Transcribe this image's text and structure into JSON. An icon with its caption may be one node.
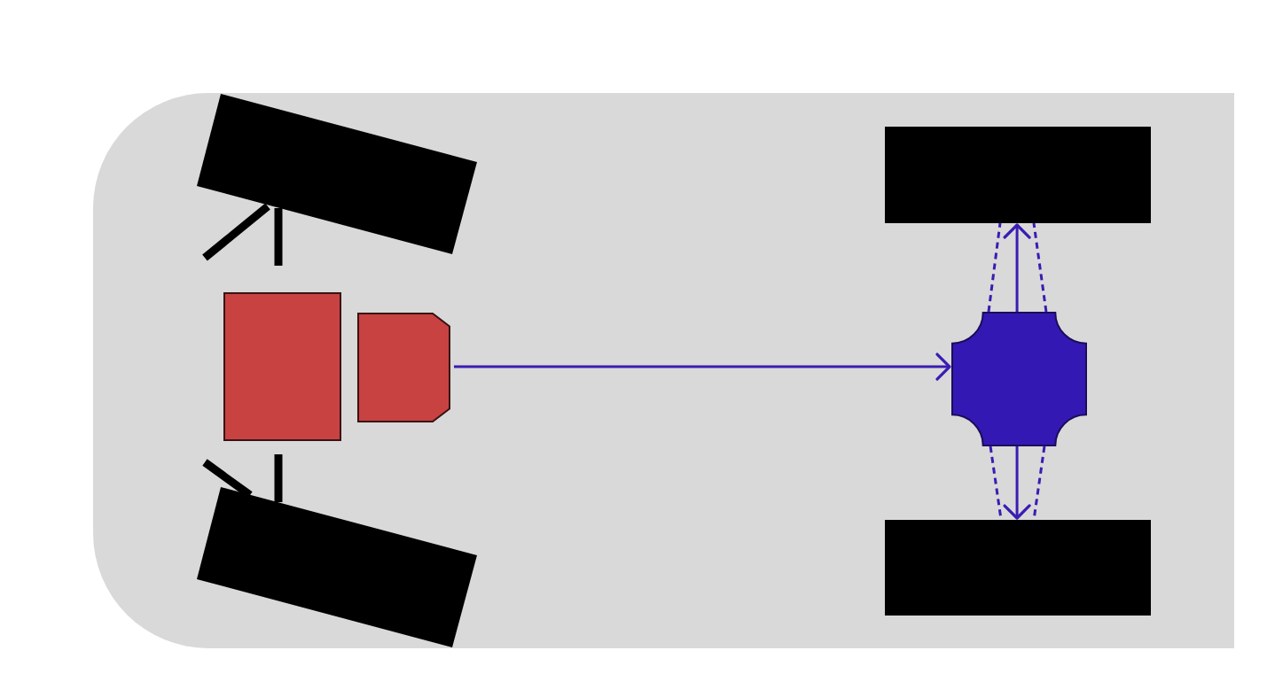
{
  "diagram": {
    "nodes": [
      {
        "text": [],
        "shape": "box"
      },
      {
        "text": [],
        "shape": "box",
        "in": 0
      },
      {
        "text": [],
        "shape": "box",
        "in": 0
      },
      {
        "text": [],
        "shape": "box",
        "in": 0
      },
      {
        "text": [],
        "shape": "box",
        "in": 0
      },
      {
        "text": [],
        "shape": "cross",
        "in": 0
      },
      {
        "text": [],
        "shape": "box",
        "in": 0
      },
      {
        "text": [],
        "shape": "box",
        "in": 0
      }
    ],
    "edges": [
      {
        "from": 4,
        "to": 5,
        "arrow": "to"
      },
      {
        "from": 5,
        "to": 2,
        "arrow": "to"
      },
      {
        "from": 5,
        "to": 2,
        "arrow": "none",
        "style": "dashed"
      },
      {
        "from": 5,
        "to": 2,
        "arrow": "none",
        "style": "dashed"
      },
      {
        "from": 5,
        "to": 7,
        "arrow": "to"
      },
      {
        "from": 5,
        "to": 7,
        "arrow": "none",
        "style": "dashed"
      },
      {
        "from": 5,
        "to": 7,
        "arrow": "none",
        "style": "dashed"
      }
    ]
  }
}
